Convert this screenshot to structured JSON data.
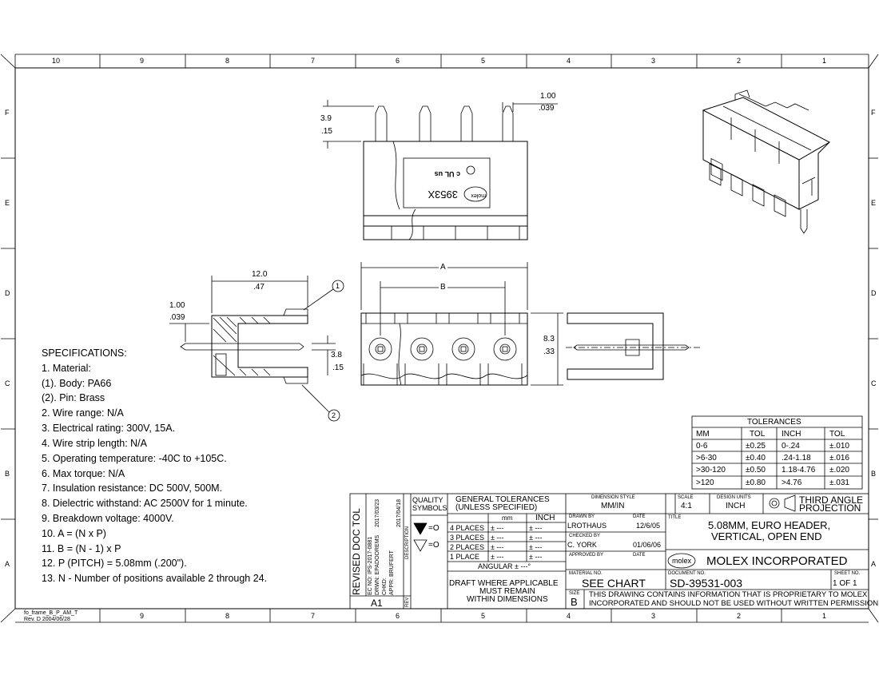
{
  "frame": {
    "zones_top": [
      "10",
      "9",
      "8",
      "7",
      "6",
      "5",
      "4",
      "3",
      "2",
      "1"
    ],
    "zones_bottom": [
      "9",
      "8",
      "7",
      "6",
      "5",
      "4",
      "3",
      "2",
      "1"
    ],
    "rows_left": [
      "F",
      "E",
      "D",
      "C",
      "B",
      "A"
    ],
    "rows_right": [
      "F",
      "E",
      "D",
      "C",
      "B",
      "A"
    ],
    "frame_id_line1": "fo_frame_B_P_AM_T",
    "frame_id_line2": "Rev. D 2004/06/28"
  },
  "specifications": {
    "heading": "SPECIFICATIONS:",
    "items": [
      "1. Material:",
      " (1). Body: PA66",
      " (2). Pin: Brass",
      "2. Wire range: N/A",
      "3. Electrical rating: 300V, 15A.",
      "4. Wire strip length: N/A",
      "5. Operating temperature: -40C to +105C.",
      "6. Max torque: N/A",
      "7. Insulation resistance: DC 500V, 500M.",
      "8. Dielectric withstand: AC 2500V for 1 minute.",
      "9. Breakdown voltage: 4000V.",
      "10. A = (N x P)",
      "11. B = (N - 1) x P",
      "12. P (PITCH) = 5.08mm (.200\").",
      "13. N - Number of positions available 2 through 24."
    ]
  },
  "dimensions": {
    "pin_tip_mm": "1.00",
    "pin_tip_in": ".039",
    "pin_len_mm": "3.9",
    "pin_len_in": ".15",
    "depth_mm": "12.0",
    "depth_in": ".47",
    "pin_side_mm": "1.00",
    "pin_side_in": ".039",
    "pin_off_mm": "3.8",
    "pin_off_in": ".15",
    "height_mm": "8.3",
    "height_in": ".33",
    "dim_a": "A",
    "dim_b": "B",
    "balloon_1": "1",
    "balloon_2": "2"
  },
  "part_marking": {
    "brand": "molex",
    "number": "3953X",
    "approval": "c UL us"
  },
  "tolerance_table": {
    "title": "TOLERANCES",
    "headers": [
      "MM",
      "TOL",
      "INCH",
      "TOL"
    ],
    "rows": [
      [
        "0-6",
        "±0.25",
        "0-.24",
        "±.010"
      ],
      [
        ">6-30",
        "±0.40",
        ".24-1.18",
        "±.016"
      ],
      [
        ">30-120",
        "±0.50",
        "1.18-4.76",
        "±.020"
      ],
      [
        ">120",
        "±0.80",
        ">4.76",
        "±.031"
      ]
    ]
  },
  "title_block": {
    "revision_note": "REVISED DOC TOL",
    "ec_no": "EC NO: IPS-2017-0881",
    "drwn": "DRWN: EPADOOREMS",
    "drwn_date": "2017/03/23",
    "chkd": "CHKD:",
    "appr": "APPR: BRUFERT",
    "appr_date": "2017/04/18",
    "rev_letter": "A1",
    "rev_label": "REV",
    "description_label": "DESCRIPTION",
    "quality_symbols": "QUALITY SYMBOLS",
    "sym_value_1": "=O",
    "sym_value_2": "=O",
    "general_tol_1": "GENERAL TOLERANCES",
    "general_tol_2": "(UNLESS SPECIFIED)",
    "col_mm": "mm",
    "col_inch": "INCH",
    "places": [
      [
        "4 PLACES",
        "± ---",
        "± ---"
      ],
      [
        "3 PLACES",
        "± ---",
        "± ---"
      ],
      [
        "2 PLACES",
        "± ---",
        "± ---"
      ],
      [
        "1 PLACE",
        "± ---",
        "± ---"
      ]
    ],
    "angular": "ANGULAR ± ---°",
    "draft_1": "DRAFT WHERE APPLICABLE",
    "draft_2": "MUST REMAIN",
    "draft_3": "WITHIN DIMENSIONS",
    "dimension_style_label": "DIMENSION STYLE",
    "dimension_style": "MM/IN",
    "scale_label": "SCALE",
    "scale": "4:1",
    "design_units_label": "DESIGN UNITS",
    "design_units": "INCH",
    "projection_1": "THIRD ANGLE",
    "projection_2": "PROJECTION",
    "drawn_by_label": "DRAWN BY",
    "drawn_by": "LROTHAUS",
    "date_label": "DATE",
    "drawn_date": "12/6/05",
    "checked_by_label": "CHECKED BY",
    "checked_by": "C. YORK",
    "checked_date": "01/06/06",
    "approved_by_label": "APPROVED BY",
    "title_label": "TITLE",
    "title_1": "5.08MM, EURO HEADER,",
    "title_2": "VERTICAL, OPEN END",
    "logo": "molex",
    "company": "MOLEX INCORPORATED",
    "material_no_label": "MATERIAL NO.",
    "material_no": "SEE CHART",
    "document_no_label": "DOCUMENT NO.",
    "document_no": "SD-39531-003",
    "sheet_no_label": "SHEET NO.",
    "sheet_no": "1 OF 1",
    "size_label": "SIZE",
    "size": "B",
    "proprietary_1": "THIS DRAWING CONTAINS INFORMATION THAT IS PROPRIETARY TO MOLEX",
    "proprietary_2": "INCORPORATED AND SHOULD NOT BE USED WITHOUT WRITTEN PERMISSION"
  }
}
